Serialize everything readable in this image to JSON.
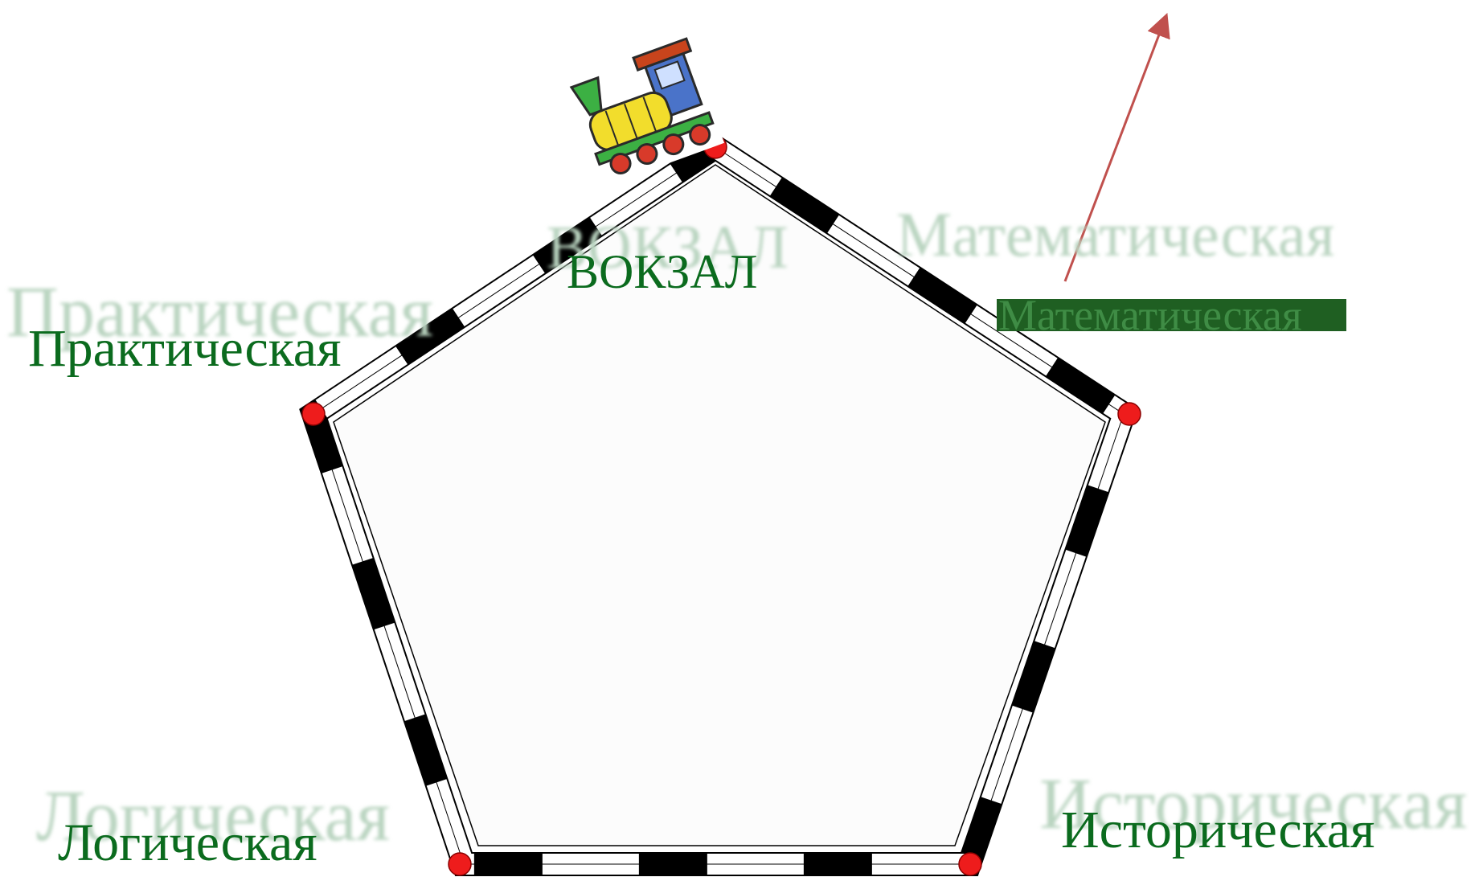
{
  "station": {
    "label": "ВОКЗАЛ",
    "shadow": "ВОКЗАЛ"
  },
  "stops": {
    "practical": {
      "label": "Практическая",
      "shadow": "Практическая"
    },
    "mathematical": {
      "label": "Математическая",
      "shadow": "Математическая"
    },
    "logical": {
      "label": "Логическая",
      "shadow": "Логическая"
    },
    "historical": {
      "label": "Историческая",
      "shadow": "Историческая"
    }
  },
  "colors": {
    "label": "#0b6b1e",
    "shadow_label": "#b9d4c0",
    "highlight_bg": "#1f5f22",
    "highlight_text": "#3f8c45",
    "track_dark": "#000000",
    "track_light": "#ffffff",
    "vertex": "#ee1c1c",
    "arrow": "#c0504d"
  },
  "icons": {
    "train": "steam-locomotive-icon",
    "arrow": "motion-path-arrow"
  }
}
